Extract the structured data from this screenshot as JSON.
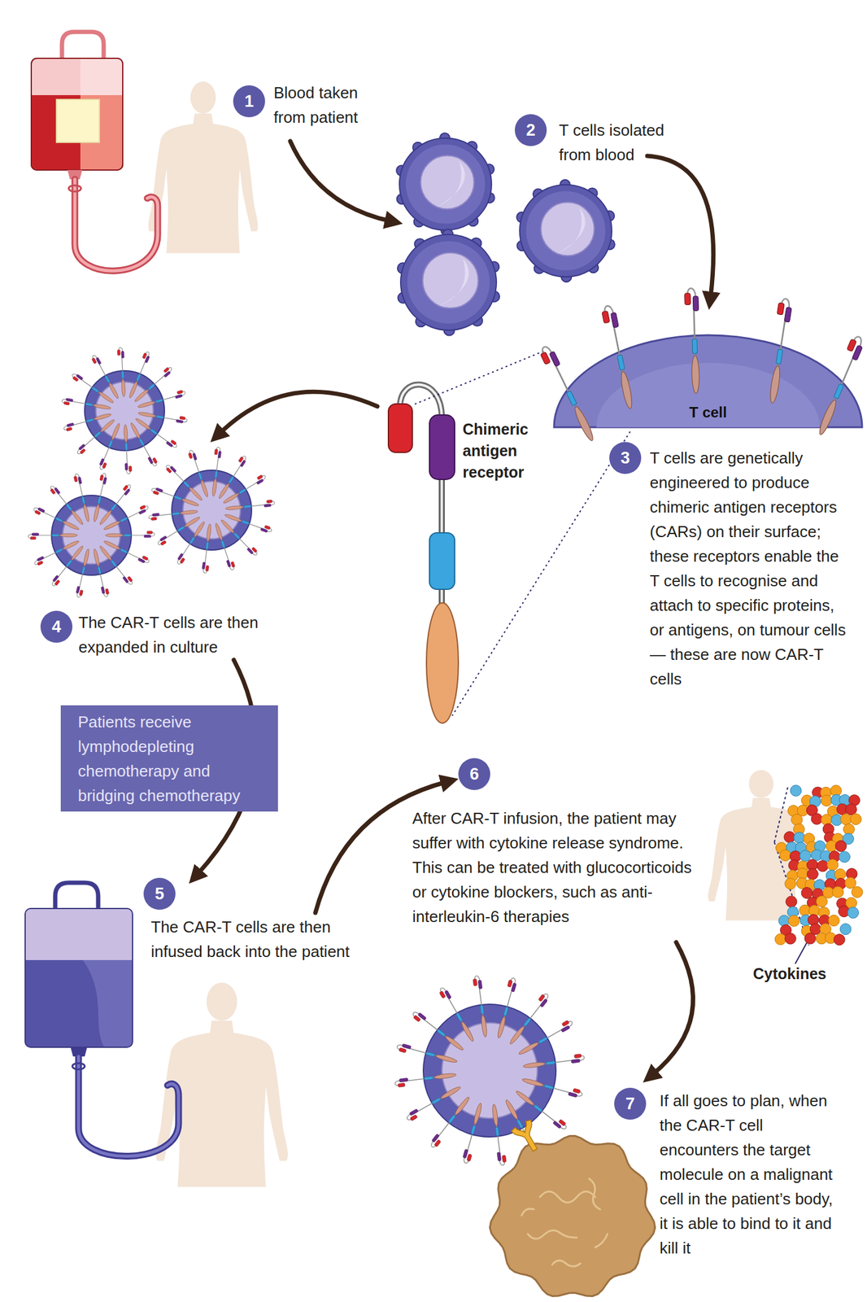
{
  "diagram": {
    "nodes": [
      {
        "text": [
          "T cell"
        ]
      },
      {
        "text": [
          "Patients receive lymphodepleting chemotherapy and bridging chemotherapy"
        ]
      }
    ],
    "labels": [
      "1",
      "Blood taken from patient",
      "2",
      "T cells isolated from blood",
      "Chimeric antigen receptor",
      "3",
      "T cells are genetically engineered to produce chimeric antigen receptors (CARs) on their surface; these receptors enable the T cells to recognise and attach to specific proteins, or antigens, on tumour cells — these are now CAR-T cells",
      "4",
      "The CAR-T cells are then expanded in culture",
      "5",
      "The CAR-T cells are then infused back into the patient",
      "6",
      "After CAR-T infusion, the patient may suffer with cytokine release syndrome. This can be treated with glucocorticoids or cytokine blockers, such as anti-interleukin-6 therapies",
      "Cytokines",
      "7",
      "If all goes to plan, when the CAR-T cell encounters the target molecule on a malignant cell in the patient’s body, it is able to bind to it and kill it"
    ]
  }
}
